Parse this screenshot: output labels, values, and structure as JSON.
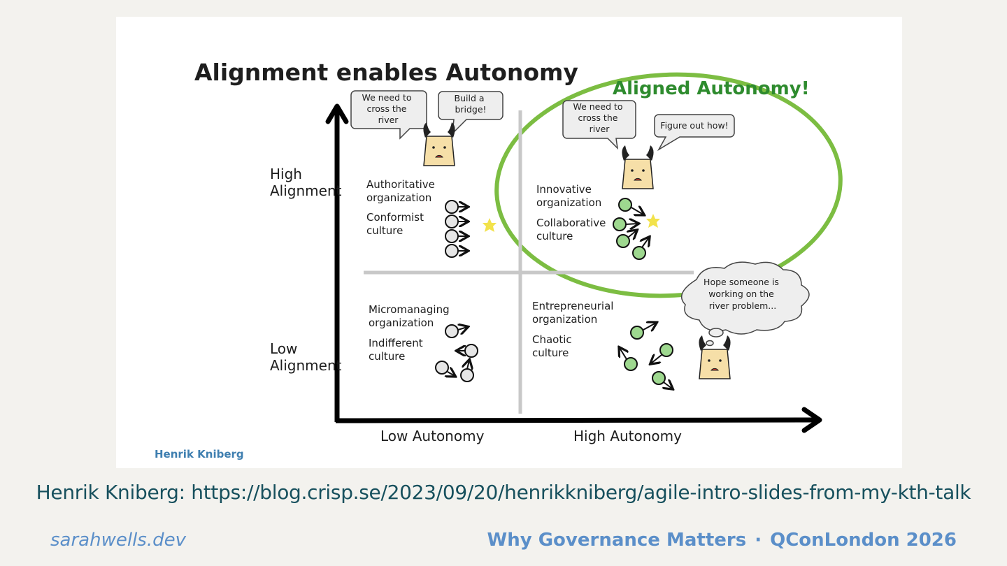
{
  "diagram": {
    "title": "Alignment enables Autonomy",
    "aligned_autonomy": "Aligned Autonomy!",
    "y_axis": {
      "high": [
        "High",
        "Alignment"
      ],
      "low": [
        "Low",
        "Alignment"
      ]
    },
    "x_axis": {
      "low": "Low Autonomy",
      "high": "High Autonomy"
    },
    "quadrants": {
      "top_left": {
        "org": [
          "Authoritative",
          "organization"
        ],
        "culture": [
          "Conformist",
          "culture"
        ]
      },
      "top_right": {
        "org": [
          "Innovative",
          "organization"
        ],
        "culture": [
          "Collaborative",
          "culture"
        ]
      },
      "bottom_left": {
        "org": [
          "Micromanaging",
          "organization"
        ],
        "culture": [
          "Indifferent",
          "culture"
        ]
      },
      "bottom_right": {
        "org": [
          "Entrepreneurial",
          "organization"
        ],
        "culture": [
          "Chaotic",
          "culture"
        ]
      }
    },
    "bubbles": {
      "tl_need": [
        "We need to",
        "cross the",
        "river"
      ],
      "tl_bridge": [
        "Build a",
        "bridge!"
      ],
      "tr_need": [
        "We need to",
        "cross the",
        "river"
      ],
      "tr_figure": [
        "Figure out how!"
      ],
      "br_hope": [
        "Hope someone is",
        "working on the",
        "river problem..."
      ]
    },
    "author": "Henrik Kniberg",
    "colors": {
      "green": "#7cbd42",
      "green_text": "#2e8b2e",
      "author": "#3f7fb0",
      "face": "#f6dfa8"
    }
  },
  "citation": "Henrik Kniberg: https://blog.crisp.se/2023/09/20/henrikkniberg/agile-intro-slides-from-my-kth-talk",
  "footer": {
    "left": "sarahwells.dev",
    "talk": "Why Governance Matters",
    "separator": "·",
    "event": "QConLondon 2026"
  }
}
